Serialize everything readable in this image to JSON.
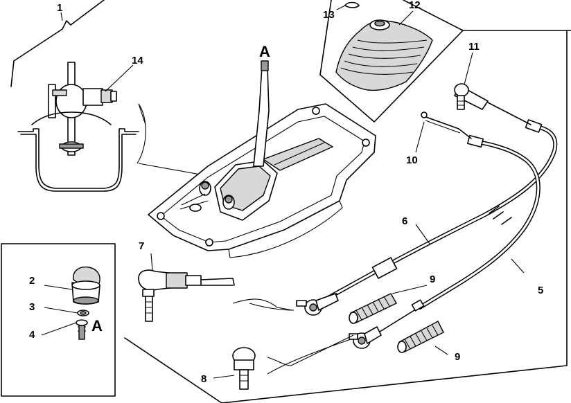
{
  "callouts": {
    "c1": "1",
    "c2": "2",
    "c3": "3",
    "c4": "4",
    "c5": "5",
    "c6": "6",
    "c7": "7",
    "c8": "8",
    "c9a": "9",
    "c9b": "9",
    "c10": "10",
    "c11": "11",
    "c12": "12",
    "c13": "13",
    "c14": "14",
    "markA_top": "A",
    "markA_inset": "A"
  }
}
